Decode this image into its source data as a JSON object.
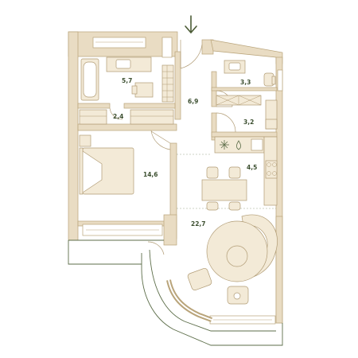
{
  "colors": {
    "background": "#ffffff",
    "wall": "#e9dcc3",
    "wall_line": "#b9a47a",
    "furniture": "#f3ead7",
    "furniture_line": "#b09b74",
    "room_label": "#3c4f30",
    "entrance_arrow": "#4b5b35",
    "balcony_line": "#5d6e4a",
    "dashed_line": "#9aa88a"
  },
  "icons": {
    "entrance": "arrow-down-icon",
    "hob": "snowflake-icon",
    "water": "drop-icon"
  },
  "rooms": [
    {
      "id": "bathroom",
      "area": "5,7"
    },
    {
      "id": "hall",
      "area": "6,9"
    },
    {
      "id": "wardrobe",
      "area": "2,4"
    },
    {
      "id": "bedroom",
      "area": "14,6"
    },
    {
      "id": "wc",
      "area": "3,3"
    },
    {
      "id": "laundry",
      "area": "3,2"
    },
    {
      "id": "kitchen",
      "area": "4,5"
    },
    {
      "id": "living",
      "area": "22,7"
    }
  ]
}
